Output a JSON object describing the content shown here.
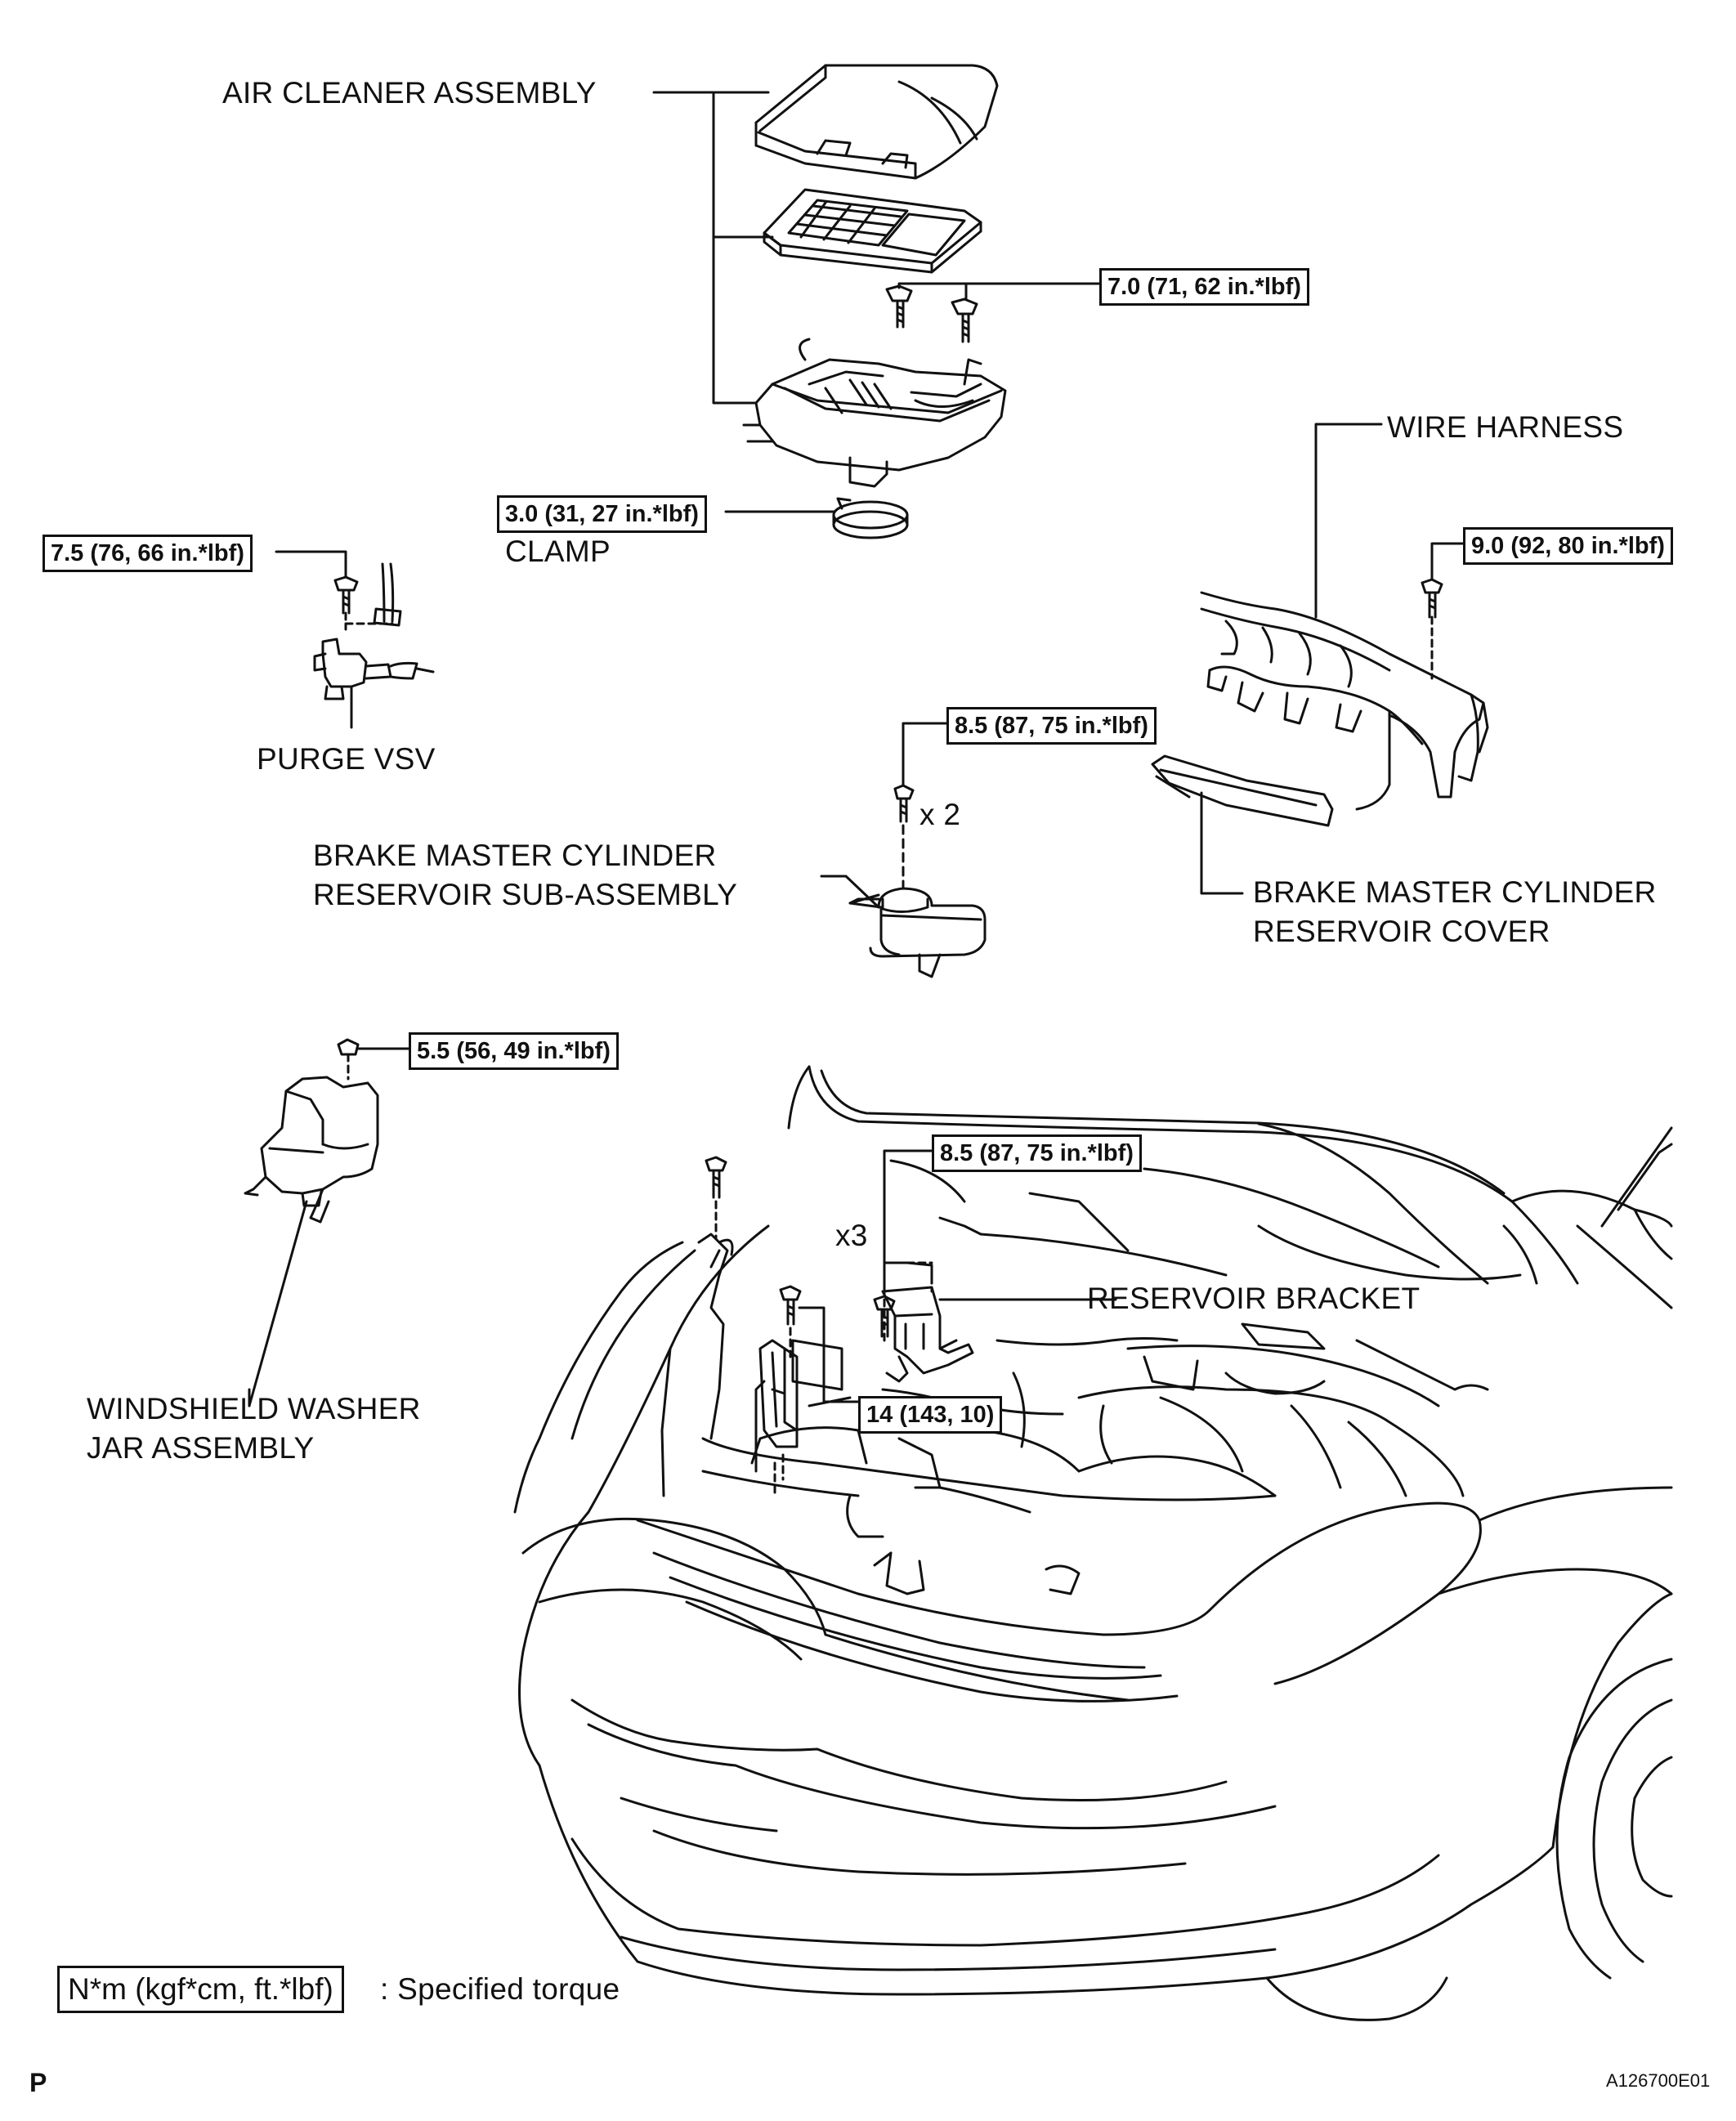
{
  "labels": {
    "air_cleaner": "AIR CLEANER ASSEMBLY",
    "clamp": "CLAMP",
    "wire_harness": "WIRE HARNESS",
    "purge_vsv": "PURGE VSV",
    "brake_reservoir_1": "BRAKE MASTER CYLINDER",
    "brake_reservoir_2": "RESERVOIR SUB-ASSEMBLY",
    "brake_cover_1": "BRAKE MASTER CYLINDER",
    "brake_cover_2": "RESERVOIR COVER",
    "reservoir_bracket": "RESERVOIR BRACKET",
    "washer_jar_1": "WINDSHIELD WASHER",
    "washer_jar_2": "JAR ASSEMBLY"
  },
  "torques": {
    "air_cleaner_bolts": "7.0 (71, 62 in.*lbf)",
    "clamp": "3.0 (31, 27 in.*lbf)",
    "purge_vsv": "7.5 (76, 66 in.*lbf)",
    "wire_harness": "9.0 (92, 80 in.*lbf)",
    "brake_reservoir": "8.5 (87, 75 in.*lbf)",
    "washer_jar": "5.5 (56, 49 in.*lbf)",
    "reservoir_bracket": "8.5 (87, 75 in.*lbf)",
    "bracket_bolt": "14 (143, 10)"
  },
  "qty": {
    "brake_reservoir": "x 2",
    "bracket": "x3"
  },
  "legend": {
    "box": "N*m (kgf*cm, ft.*lbf)",
    "text": ": Specified torque"
  },
  "footer": {
    "page_letter": "P",
    "figure_id": "A126700E01"
  },
  "style": {
    "line_color": "#111111"
  }
}
